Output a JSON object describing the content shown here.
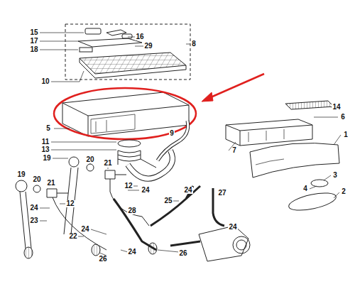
{
  "diagram": {
    "labels": [
      "15",
      "16",
      "17",
      "29",
      "18",
      "8",
      "10",
      "14",
      "6",
      "5",
      "9",
      "1",
      "11",
      "7",
      "13",
      "19",
      "20",
      "21",
      "3",
      "19",
      "20",
      "21",
      "12",
      "24",
      "24",
      "4",
      "2",
      "12",
      "25",
      "24",
      "28",
      "27",
      "23",
      "24",
      "24",
      "22",
      "24",
      "26",
      "26"
    ]
  }
}
